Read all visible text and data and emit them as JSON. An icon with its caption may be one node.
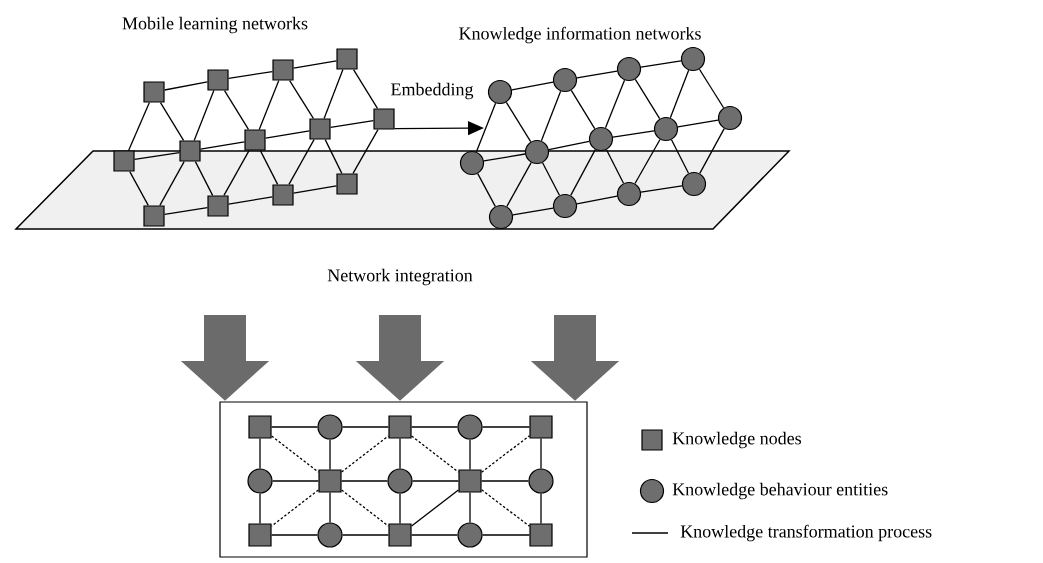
{
  "diagram": {
    "nodes": [
      {
        "text": [],
        "shape": "square"
      },
      {
        "text": [],
        "shape": "square"
      },
      {
        "text": [],
        "shape": "square"
      },
      {
        "text": [],
        "shape": "square"
      },
      {
        "text": [],
        "shape": "square"
      },
      {
        "text": [],
        "shape": "square"
      },
      {
        "text": [],
        "shape": "square"
      },
      {
        "text": [],
        "shape": "square"
      },
      {
        "text": [],
        "shape": "square"
      },
      {
        "text": [],
        "shape": "square"
      },
      {
        "text": [],
        "shape": "square"
      },
      {
        "text": [],
        "shape": "square"
      },
      {
        "text": [],
        "shape": "square"
      },
      {
        "text": [],
        "shape": "circle"
      },
      {
        "text": [],
        "shape": "circle"
      },
      {
        "text": [],
        "shape": "circle"
      },
      {
        "text": [],
        "shape": "circle"
      },
      {
        "text": [],
        "shape": "circle"
      },
      {
        "text": [],
        "shape": "circle"
      },
      {
        "text": [],
        "shape": "circle"
      },
      {
        "text": [],
        "shape": "circle"
      },
      {
        "text": [],
        "shape": "circle"
      },
      {
        "text": [],
        "shape": "circle"
      },
      {
        "text": [],
        "shape": "circle"
      },
      {
        "text": [],
        "shape": "circle"
      },
      {
        "text": [],
        "shape": "circle"
      },
      {
        "text": [],
        "shape": "box"
      },
      {
        "text": [],
        "shape": "square",
        "in": 26
      },
      {
        "text": [],
        "shape": "circle",
        "in": 26
      },
      {
        "text": [],
        "shape": "square",
        "in": 26
      },
      {
        "text": [],
        "shape": "circle",
        "in": 26
      },
      {
        "text": [],
        "shape": "square",
        "in": 26
      },
      {
        "text": [],
        "shape": "circle",
        "in": 26
      },
      {
        "text": [],
        "shape": "square",
        "in": 26
      },
      {
        "text": [],
        "shape": "circle",
        "in": 26
      },
      {
        "text": [],
        "shape": "square",
        "in": 26
      },
      {
        "text": [],
        "shape": "circle",
        "in": 26
      },
      {
        "text": [],
        "shape": "square",
        "in": 26
      },
      {
        "text": [],
        "shape": "circle",
        "in": 26
      },
      {
        "text": [],
        "shape": "square",
        "in": 26
      },
      {
        "text": [],
        "shape": "circle",
        "in": 26
      },
      {
        "text": [],
        "shape": "square",
        "in": 26
      }
    ],
    "edges": [
      {
        "from": 0,
        "to": 1,
        "arrow": "none"
      },
      {
        "from": 1,
        "to": 2,
        "arrow": "none"
      },
      {
        "from": 2,
        "to": 3,
        "arrow": "none"
      },
      {
        "from": 4,
        "to": 5,
        "arrow": "none"
      },
      {
        "from": 5,
        "to": 6,
        "arrow": "none"
      },
      {
        "from": 6,
        "to": 7,
        "arrow": "none"
      },
      {
        "from": 7,
        "to": 8,
        "arrow": "none"
      },
      {
        "from": 9,
        "to": 10,
        "arrow": "none"
      },
      {
        "from": 10,
        "to": 11,
        "arrow": "none"
      },
      {
        "from": 11,
        "to": 12,
        "arrow": "none"
      },
      {
        "from": 4,
        "to": 0,
        "arrow": "none"
      },
      {
        "from": 4,
        "to": 9,
        "arrow": "none"
      },
      {
        "from": 3,
        "to": 8,
        "arrow": "none"
      },
      {
        "from": 8,
        "to": 12,
        "arrow": "none"
      },
      {
        "from": 0,
        "to": 5,
        "arrow": "none"
      },
      {
        "from": 5,
        "to": 1,
        "arrow": "none"
      },
      {
        "from": 1,
        "to": 6,
        "arrow": "none"
      },
      {
        "from": 6,
        "to": 2,
        "arrow": "none"
      },
      {
        "from": 2,
        "to": 7,
        "arrow": "none"
      },
      {
        "from": 7,
        "to": 3,
        "arrow": "none"
      },
      {
        "from": 9,
        "to": 5,
        "arrow": "none"
      },
      {
        "from": 5,
        "to": 10,
        "arrow": "none"
      },
      {
        "from": 10,
        "to": 6,
        "arrow": "none"
      },
      {
        "from": 6,
        "to": 11,
        "arrow": "none"
      },
      {
        "from": 11,
        "to": 7,
        "arrow": "none"
      },
      {
        "from": 7,
        "to": 12,
        "arrow": "none"
      },
      {
        "from": 13,
        "to": 14,
        "arrow": "none"
      },
      {
        "from": 14,
        "to": 15,
        "arrow": "none"
      },
      {
        "from": 15,
        "to": 16,
        "arrow": "none"
      },
      {
        "from": 17,
        "to": 18,
        "arrow": "none"
      },
      {
        "from": 18,
        "to": 19,
        "arrow": "none"
      },
      {
        "from": 19,
        "to": 20,
        "arrow": "none"
      },
      {
        "from": 20,
        "to": 21,
        "arrow": "none"
      },
      {
        "from": 22,
        "to": 23,
        "arrow": "none"
      },
      {
        "from": 23,
        "to": 24,
        "arrow": "none"
      },
      {
        "from": 24,
        "to": 25,
        "arrow": "none"
      },
      {
        "from": 17,
        "to": 13,
        "arrow": "none"
      },
      {
        "from": 17,
        "to": 22,
        "arrow": "none"
      },
      {
        "from": 16,
        "to": 21,
        "arrow": "none"
      },
      {
        "from": 21,
        "to": 25,
        "arrow": "none"
      },
      {
        "from": 13,
        "to": 18,
        "arrow": "none"
      },
      {
        "from": 18,
        "to": 14,
        "arrow": "none"
      },
      {
        "from": 14,
        "to": 19,
        "arrow": "none"
      },
      {
        "from": 19,
        "to": 15,
        "arrow": "none"
      },
      {
        "from": 15,
        "to": 20,
        "arrow": "none"
      },
      {
        "from": 20,
        "to": 16,
        "arrow": "none"
      },
      {
        "from": 22,
        "to": 18,
        "arrow": "none"
      },
      {
        "from": 18,
        "to": 23,
        "arrow": "none"
      },
      {
        "from": 23,
        "to": 19,
        "arrow": "none"
      },
      {
        "from": 19,
        "to": 24,
        "arrow": "none"
      },
      {
        "from": 24,
        "to": 20,
        "arrow": "none"
      },
      {
        "from": 20,
        "to": 25,
        "arrow": "none"
      },
      {
        "from": 8,
        "to": null,
        "arrow": "to",
        "label": "Embedding"
      },
      {
        "from": null,
        "to": 26,
        "arrow": "to",
        "style": "thick",
        "color": "#6b6b6b"
      },
      {
        "from": null,
        "to": 26,
        "arrow": "to",
        "style": "thick",
        "color": "#6b6b6b"
      },
      {
        "from": null,
        "to": 26,
        "arrow": "to",
        "style": "thick",
        "color": "#6b6b6b"
      },
      {
        "from": 27,
        "to": 28,
        "arrow": "none"
      },
      {
        "from": 28,
        "to": 29,
        "arrow": "none"
      },
      {
        "from": 29,
        "to": 30,
        "arrow": "none"
      },
      {
        "from": 30,
        "to": 31,
        "arrow": "none"
      },
      {
        "from": 32,
        "to": 33,
        "arrow": "none"
      },
      {
        "from": 33,
        "to": 34,
        "arrow": "none"
      },
      {
        "from": 34,
        "to": 35,
        "arrow": "none"
      },
      {
        "from": 35,
        "to": 36,
        "arrow": "none"
      },
      {
        "from": 37,
        "to": 38,
        "arrow": "none"
      },
      {
        "from": 38,
        "to": 39,
        "arrow": "none"
      },
      {
        "from": 39,
        "to": 40,
        "arrow": "none"
      },
      {
        "from": 40,
        "to": 41,
        "arrow": "none"
      },
      {
        "from": 27,
        "to": 32,
        "arrow": "none"
      },
      {
        "from": 32,
        "to": 37,
        "arrow": "none"
      },
      {
        "from": 28,
        "to": 33,
        "arrow": "none"
      },
      {
        "from": 33,
        "to": 38,
        "arrow": "none"
      },
      {
        "from": 29,
        "to": 34,
        "arrow": "none"
      },
      {
        "from": 34,
        "to": 39,
        "arrow": "none"
      },
      {
        "from": 30,
        "to": 35,
        "arrow": "none"
      },
      {
        "from": 35,
        "to": 40,
        "arrow": "none"
      },
      {
        "from": 31,
        "to": 36,
        "arrow": "none"
      },
      {
        "from": 36,
        "to": 41,
        "arrow": "none"
      },
      {
        "from": 35,
        "to": 39,
        "arrow": "none"
      },
      {
        "from": 27,
        "to": 33,
        "arrow": "none",
        "style": "dashed"
      },
      {
        "from": 33,
        "to": 29,
        "arrow": "none",
        "style": "dashed"
      },
      {
        "from": 33,
        "to": 37,
        "arrow": "none",
        "style": "dashed"
      },
      {
        "from": 33,
        "to": 39,
        "arrow": "none",
        "style": "dashed"
      },
      {
        "from": 29,
        "to": 35,
        "arrow": "none",
        "style": "dashed"
      },
      {
        "from": 35,
        "to": 31,
        "arrow": "none",
        "style": "dashed"
      },
      {
        "from": 35,
        "to": 41,
        "arrow": "none",
        "style": "dashed"
      }
    ],
    "labels": [
      "Mobile learning networks",
      "Knowledge information networks",
      "Network integration"
    ],
    "legend": [
      {
        "text": "Knowledge nodes"
      },
      {
        "text": "Knowledge behaviour entities"
      },
      {
        "text": "Knowledge transformation process"
      }
    ]
  }
}
